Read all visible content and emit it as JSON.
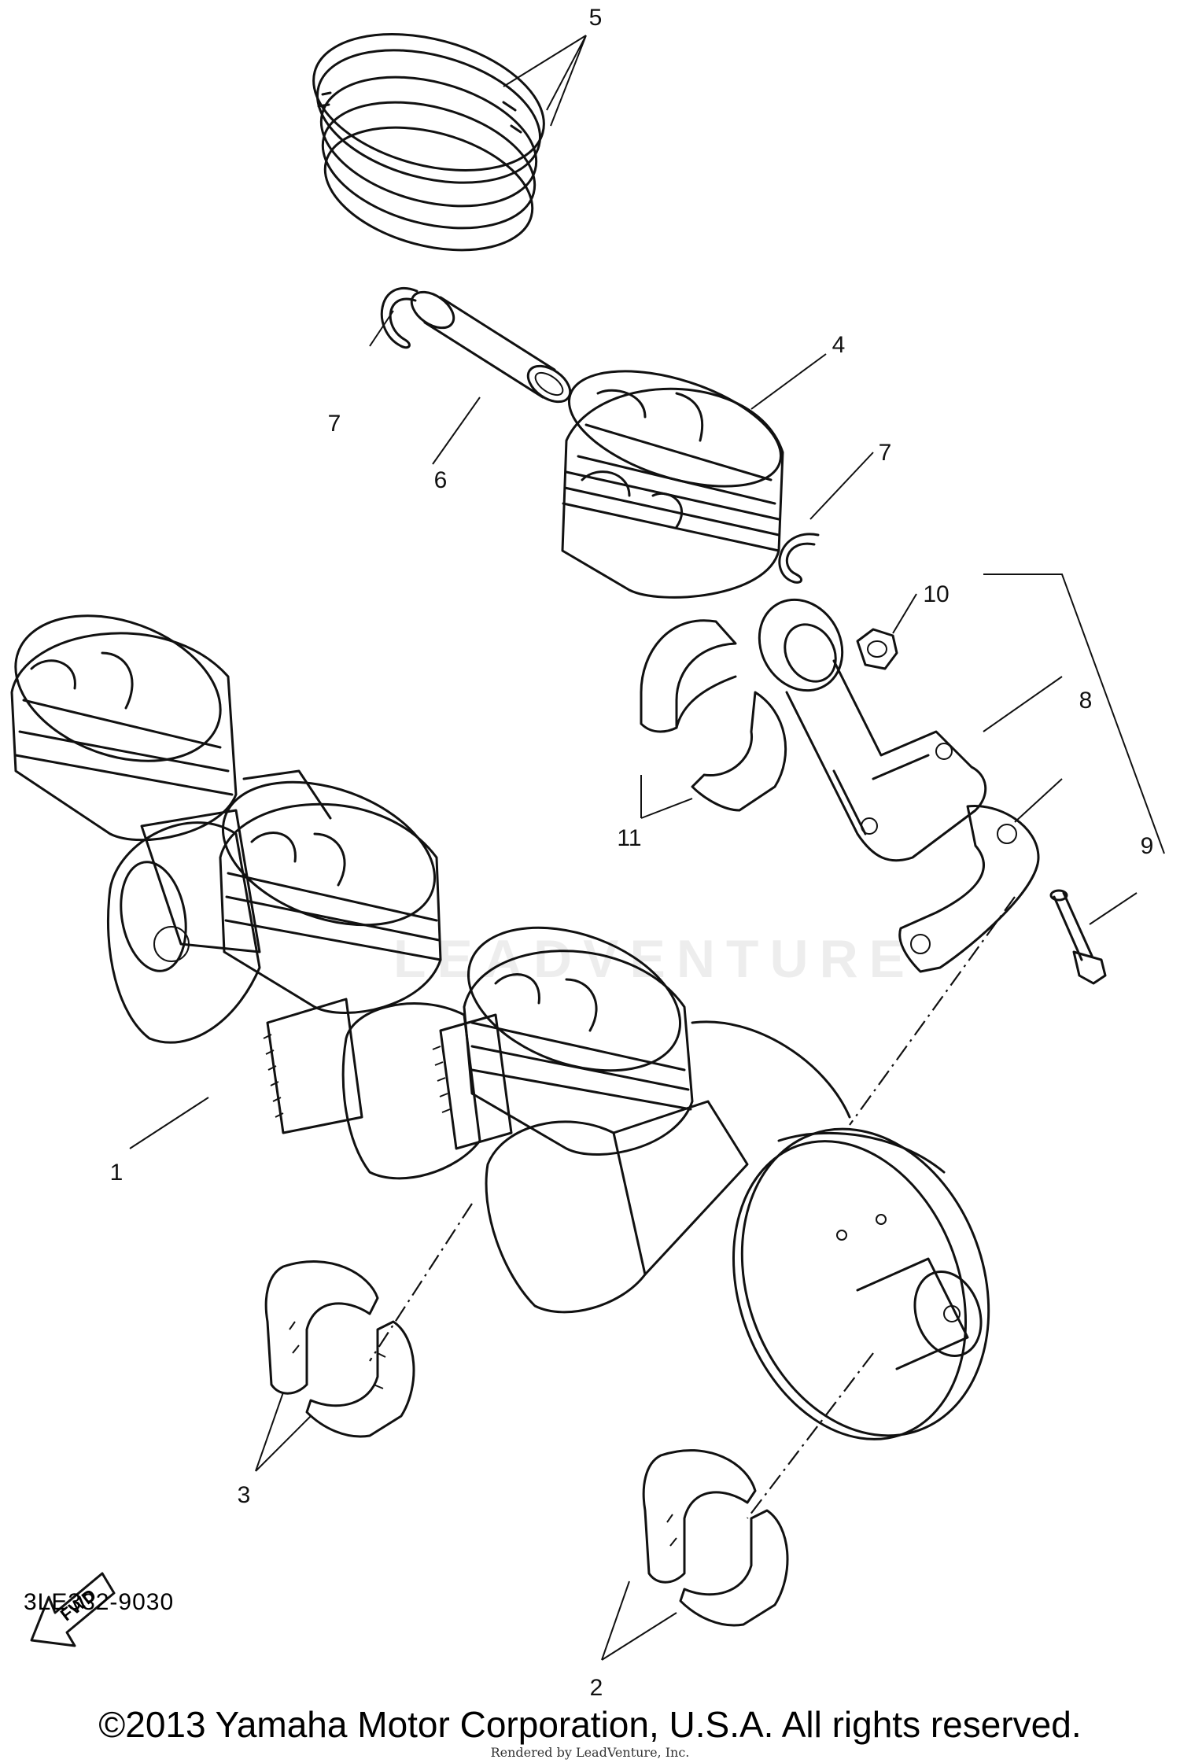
{
  "diagram": {
    "callouts": {
      "c1": "1",
      "c2": "2",
      "c3": "3",
      "c4": "4",
      "c5": "5",
      "c6": "6",
      "c7a": "7",
      "c7b": "7",
      "c8": "8",
      "c9": "9",
      "c10": "10",
      "c11": "11"
    },
    "direction_tag": "FWD",
    "part_code": "3LE332-9030",
    "copyright": "©2013 Yamaha Motor Corporation, U.S.A. All rights reserved.",
    "rendered_by": "Rendered by LeadVenture, Inc.",
    "watermark": "LEADVENTURE"
  }
}
